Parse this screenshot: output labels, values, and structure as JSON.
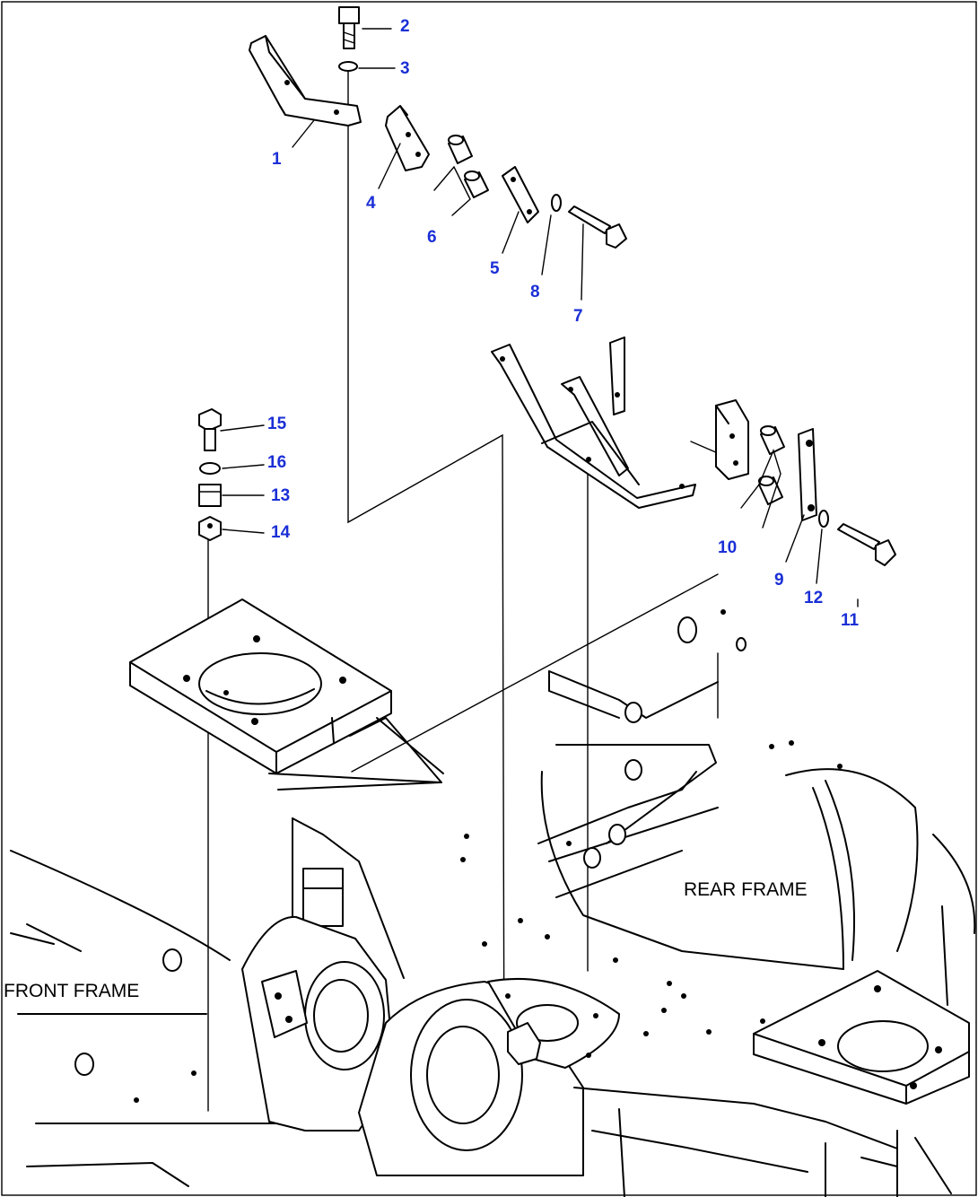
{
  "callouts": [
    "1",
    "2",
    "3",
    "4",
    "5",
    "6",
    "7",
    "8",
    "9",
    "10",
    "11",
    "12",
    "13",
    "14",
    "15",
    "16"
  ],
  "labels": {
    "rear_frame": "REAR FRAME",
    "front_frame": "FRONT FRAME"
  },
  "colors": {
    "callout": "#1a2fd6",
    "line": "#000000",
    "background": "#ffffff"
  }
}
